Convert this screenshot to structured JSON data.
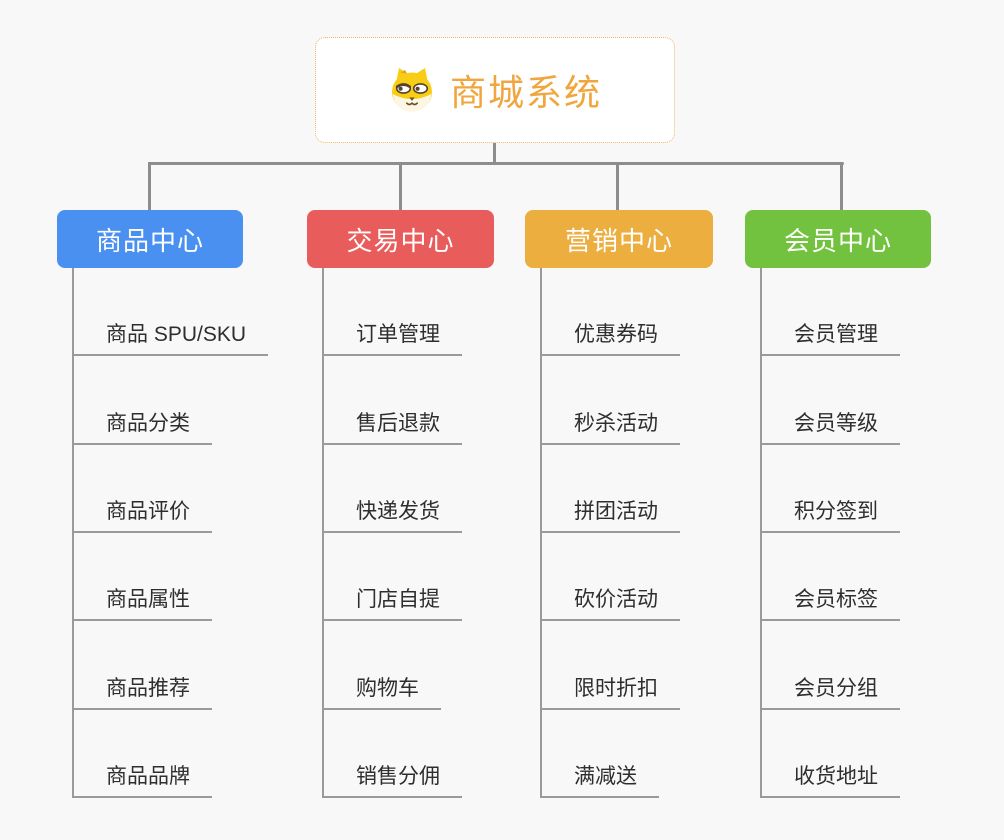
{
  "root": {
    "title": "商城系统",
    "icon": "dog-face-icon"
  },
  "branches": [
    {
      "label": "商品中心",
      "color": "#4a90f0",
      "children": [
        "商品 SPU/SKU",
        "商品分类",
        "商品评价",
        "商品属性",
        "商品推荐",
        "商品品牌"
      ]
    },
    {
      "label": "交易中心",
      "color": "#e95c5c",
      "children": [
        "订单管理",
        "售后退款",
        "快递发货",
        "门店自提",
        "购物车",
        "销售分佣"
      ]
    },
    {
      "label": "营销中心",
      "color": "#ecae3f",
      "children": [
        "优惠券码",
        "秒杀活动",
        "拼团活动",
        "砍价活动",
        "限时折扣",
        "满减送"
      ]
    },
    {
      "label": "会员中心",
      "color": "#72c13f",
      "children": [
        "会员管理",
        "会员等级",
        "积分签到",
        "会员标签",
        "会员分组",
        "收货地址"
      ]
    }
  ],
  "colors": {
    "background": "#f8f8f8",
    "connector": "#8d8d8d",
    "child_line": "#9a9a9a",
    "child_text": "#2e2e2e",
    "root_text": "#f0a63e",
    "root_border": "#eeb465"
  }
}
